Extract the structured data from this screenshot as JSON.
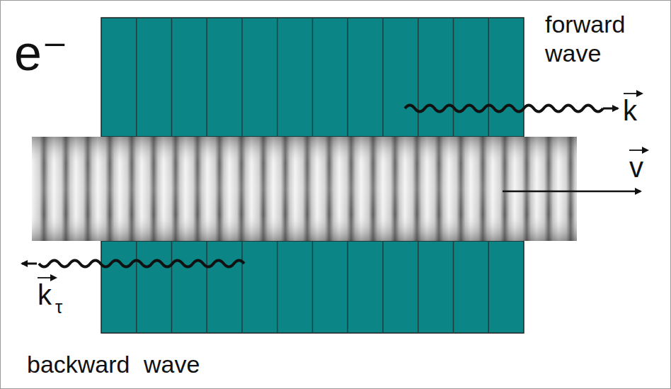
{
  "diagram": {
    "labels": [
      "e⁻",
      "forward wave",
      "k",
      "v",
      "k",
      "τ",
      "backward wave"
    ]
  }
}
